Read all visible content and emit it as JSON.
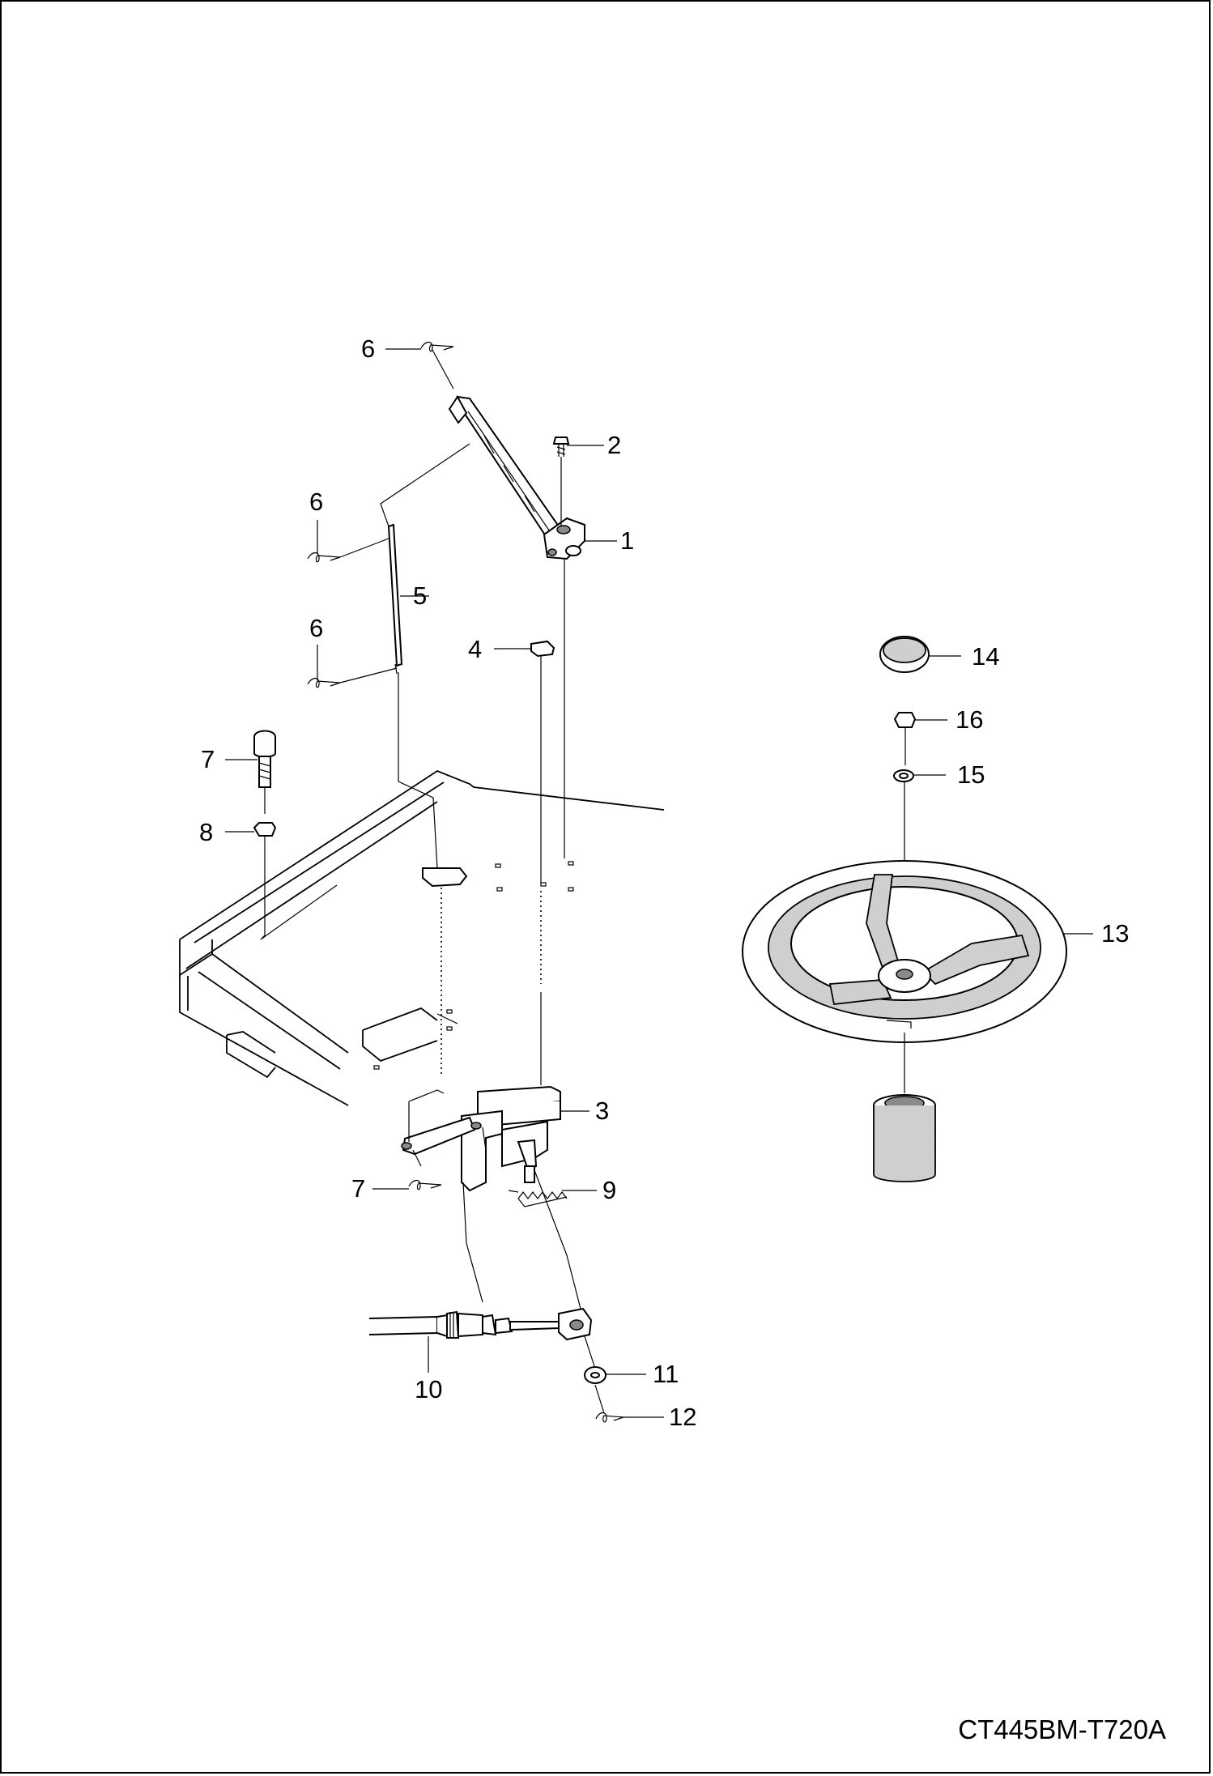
{
  "drawing_code": "CT445BM-T720A",
  "callouts": [
    {
      "id": "c6a",
      "label": "6"
    },
    {
      "id": "c2",
      "label": "2"
    },
    {
      "id": "c1",
      "label": "1"
    },
    {
      "id": "c6b",
      "label": "6"
    },
    {
      "id": "c5",
      "label": "5"
    },
    {
      "id": "c6c",
      "label": "6"
    },
    {
      "id": "c4",
      "label": "4"
    },
    {
      "id": "c7a",
      "label": "7"
    },
    {
      "id": "c8",
      "label": "8"
    },
    {
      "id": "c3",
      "label": "3"
    },
    {
      "id": "c7b",
      "label": "7"
    },
    {
      "id": "c9",
      "label": "9"
    },
    {
      "id": "c10",
      "label": "10"
    },
    {
      "id": "c11",
      "label": "11"
    },
    {
      "id": "c12",
      "label": "12"
    },
    {
      "id": "c14",
      "label": "14"
    },
    {
      "id": "c16",
      "label": "16"
    },
    {
      "id": "c15",
      "label": "15"
    },
    {
      "id": "c13",
      "label": "13"
    }
  ]
}
